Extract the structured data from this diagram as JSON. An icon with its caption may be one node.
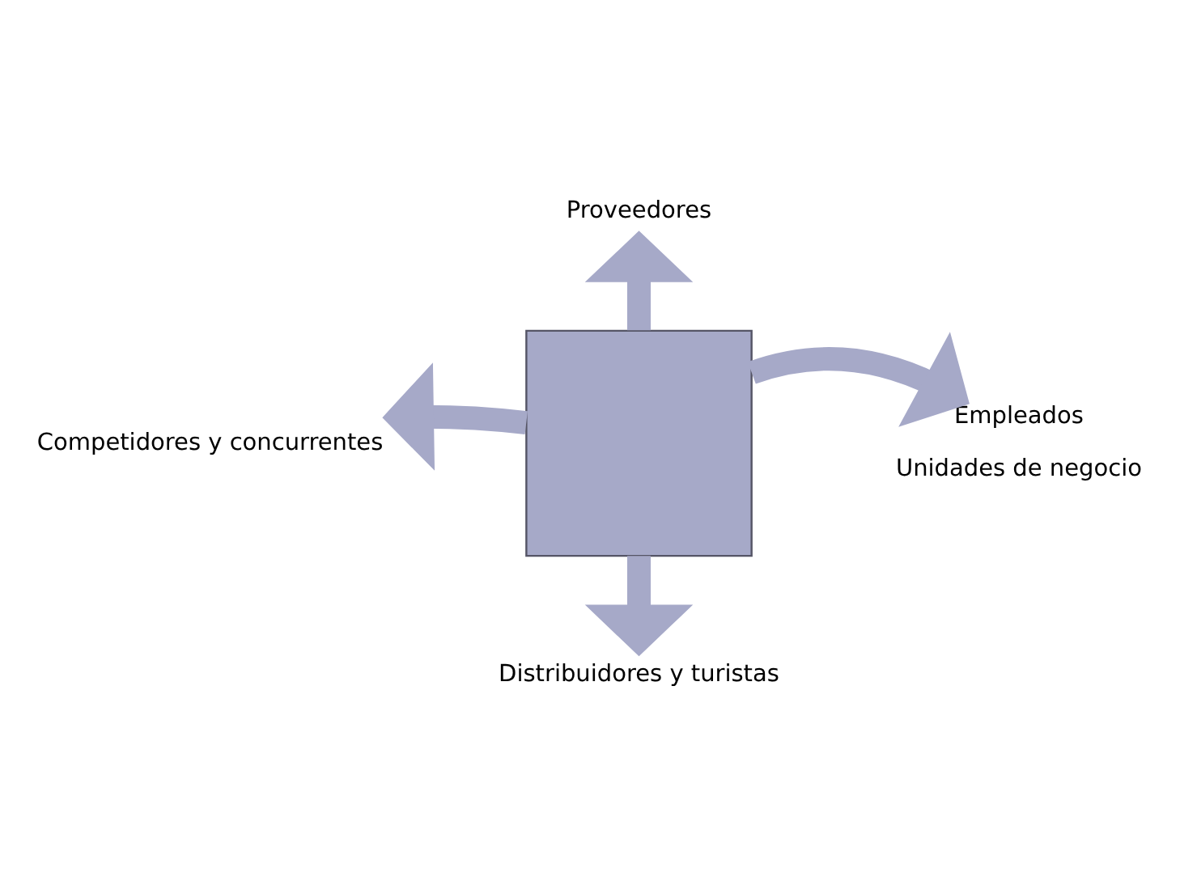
{
  "diagram": {
    "nodes": [
      {
        "text": [
          "Proveedores"
        ]
      },
      {
        "text": [
          "Competidores y concurrentes"
        ]
      },
      {
        "text": [],
        "shape": "box"
      },
      {
        "text": [
          "Empleados",
          "Unidades de negocio"
        ]
      },
      {
        "text": [
          "Distribuidores y turistas"
        ]
      }
    ],
    "edges": [
      {
        "from": 2,
        "to": 0,
        "arrow": "to"
      },
      {
        "from": 2,
        "to": 1,
        "arrow": "to"
      },
      {
        "from": 2,
        "to": 3,
        "arrow": "to"
      },
      {
        "from": 2,
        "to": 4,
        "arrow": "to"
      }
    ]
  }
}
